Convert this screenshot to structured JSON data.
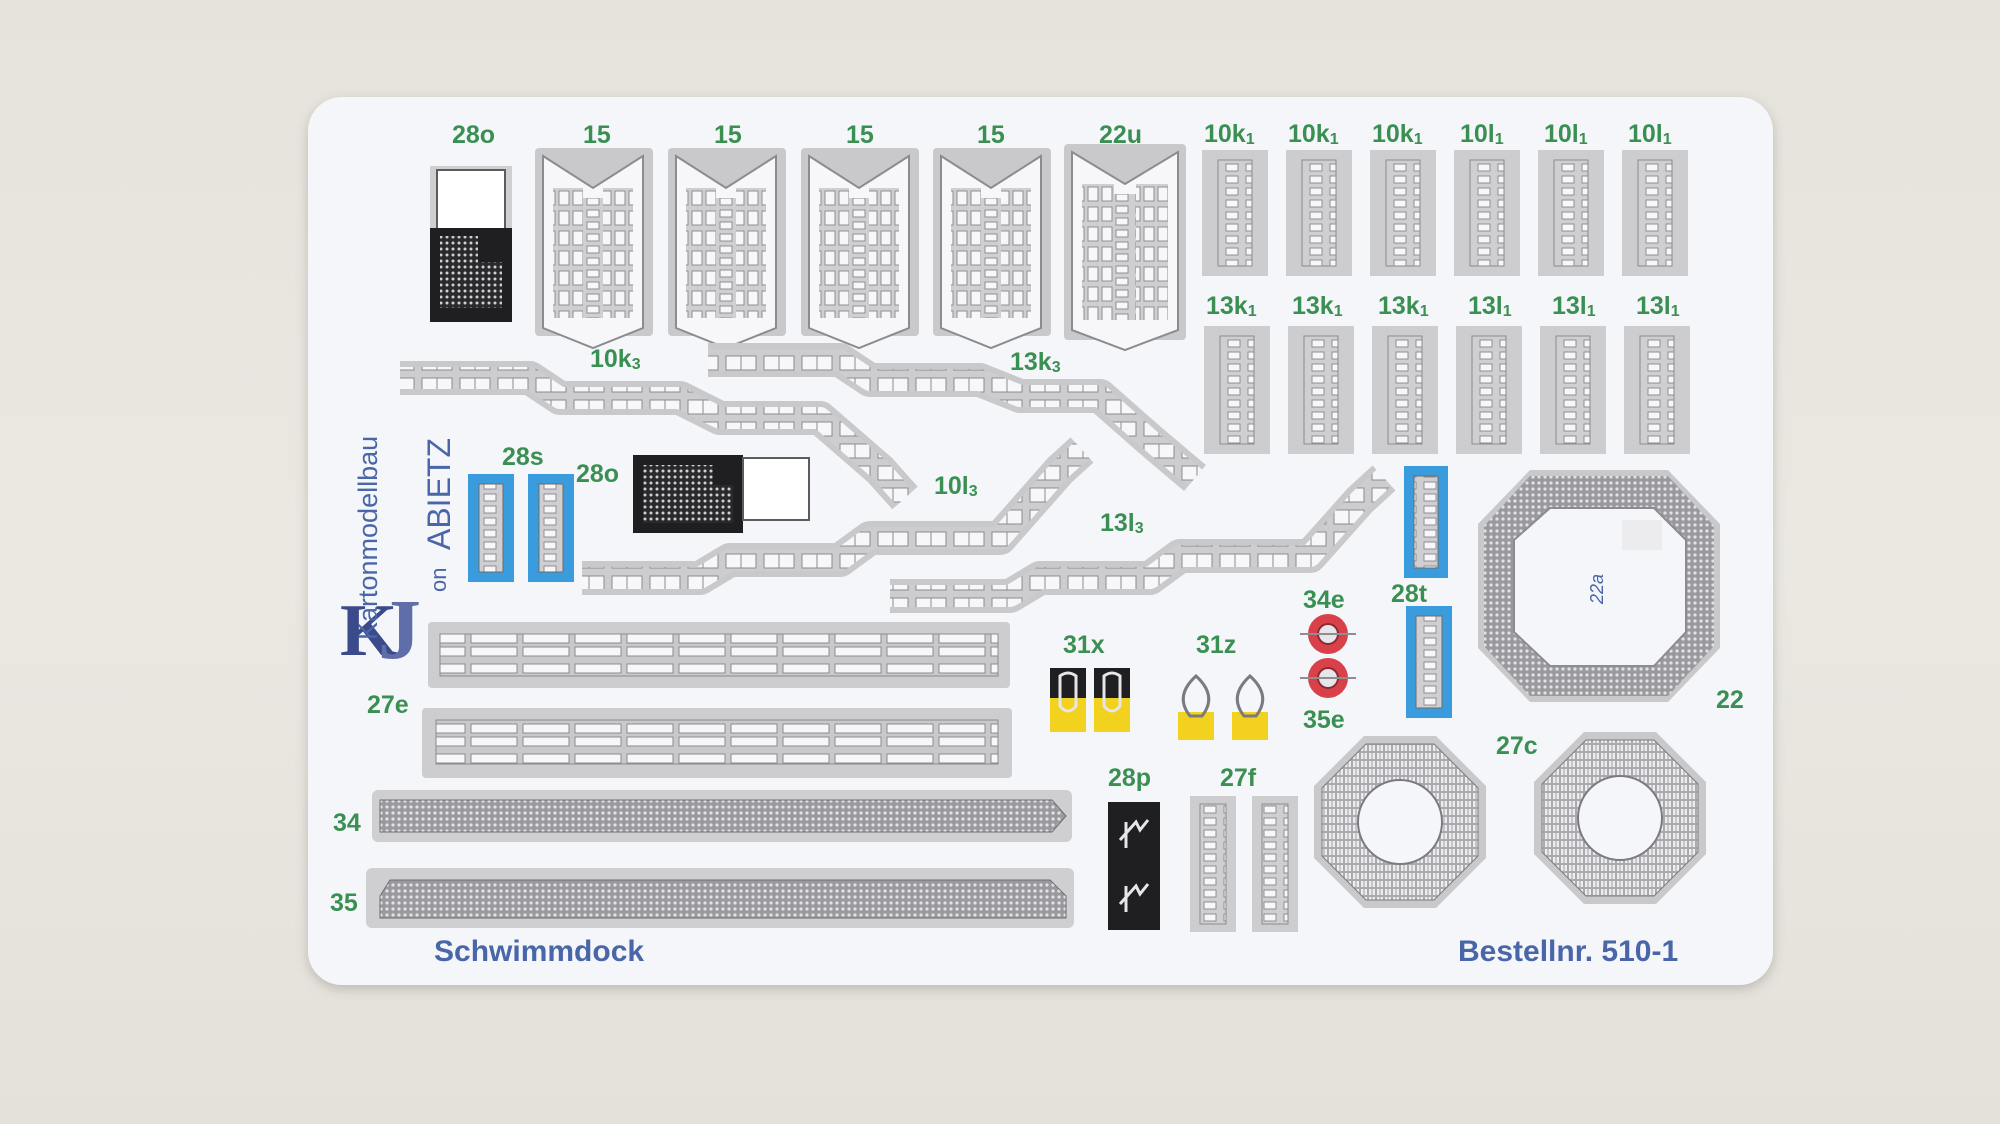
{
  "sheet": {
    "title": "Schwimmdock",
    "order": "Bestellnr. 510-1",
    "logo": {
      "brand": "Kartonmodellbau",
      "line2": "ABIETZ",
      "von": "on",
      "initial_k": "K",
      "initial_j": "J"
    },
    "part_22a_text": "22a"
  },
  "colors": {
    "label_green": "#3a8f52",
    "text_blue": "#4866a8",
    "card_bg": "#f5f6fa",
    "photo_bg": "#e6e3dc",
    "blue_backing": "#3a9cdc",
    "yellow_backing": "#f2d21e",
    "black_backing": "#1f1f21",
    "red_part": "#d8414a",
    "grey_fret": "#cfcfd1",
    "metal": "#e9e9ec"
  },
  "labels": {
    "28o_top": "28o",
    "15_a": "15",
    "15_b": "15",
    "15_c": "15",
    "15_d": "15",
    "22u": "22u",
    "10k1_a": {
      "base": "10k",
      "sub": "1"
    },
    "10k1_b": {
      "base": "10k",
      "sub": "1"
    },
    "10k1_c": {
      "base": "10k",
      "sub": "1"
    },
    "10l1_a": {
      "base": "10l",
      "sub": "1"
    },
    "10l1_b": {
      "base": "10l",
      "sub": "1"
    },
    "10l1_c": {
      "base": "10l",
      "sub": "1"
    },
    "13k1_a": {
      "base": "13k",
      "sub": "1"
    },
    "13k1_b": {
      "base": "13k",
      "sub": "1"
    },
    "13k1_c": {
      "base": "13k",
      "sub": "1"
    },
    "13l1_a": {
      "base": "13l",
      "sub": "1"
    },
    "13l1_b": {
      "base": "13l",
      "sub": "1"
    },
    "13l1_c": {
      "base": "13l",
      "sub": "1"
    },
    "10k3": {
      "base": "10k",
      "sub": "3"
    },
    "13k3": {
      "base": "13k",
      "sub": "3"
    },
    "10l3": {
      "base": "10l",
      "sub": "3"
    },
    "13l3": {
      "base": "13l",
      "sub": "3"
    },
    "28s": "28s",
    "28o_mid": "28o",
    "34e": "34e",
    "35e": "35e",
    "28t": "28t",
    "31x": "31x",
    "31z": "31z",
    "22": "22",
    "27e": "27e",
    "27c": "27c",
    "28p": "28p",
    "27f": "27f",
    "34": "34",
    "35": "35"
  }
}
